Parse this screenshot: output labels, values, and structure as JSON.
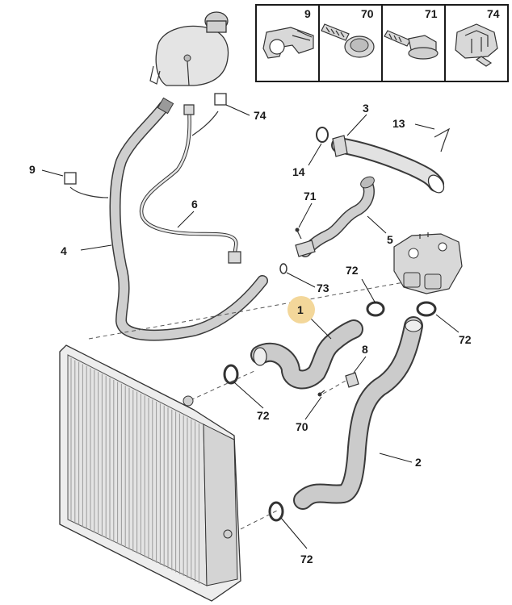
{
  "inset": {
    "parts": [
      {
        "number": "9",
        "icon": "clip-bracket-icon"
      },
      {
        "number": "70",
        "icon": "bolt-icon"
      },
      {
        "number": "71",
        "icon": "bolt-flanged-icon"
      },
      {
        "number": "74",
        "icon": "connector-clip-icon"
      }
    ]
  },
  "labels": {
    "l1": "1",
    "l2": "2",
    "l3": "3",
    "l4": "4",
    "l5": "5",
    "l6": "6",
    "l8": "8",
    "l9": "9",
    "l13": "13",
    "l14": "14",
    "l70": "70",
    "l71": "71",
    "l72a": "72",
    "l72b": "72",
    "l72c": "72",
    "l72d": "72",
    "l73": "73",
    "l74": "74"
  },
  "colors": {
    "highlight": "#f3d79a",
    "hose_fill": "#cfcfcf",
    "outline": "#3a3a3a"
  }
}
